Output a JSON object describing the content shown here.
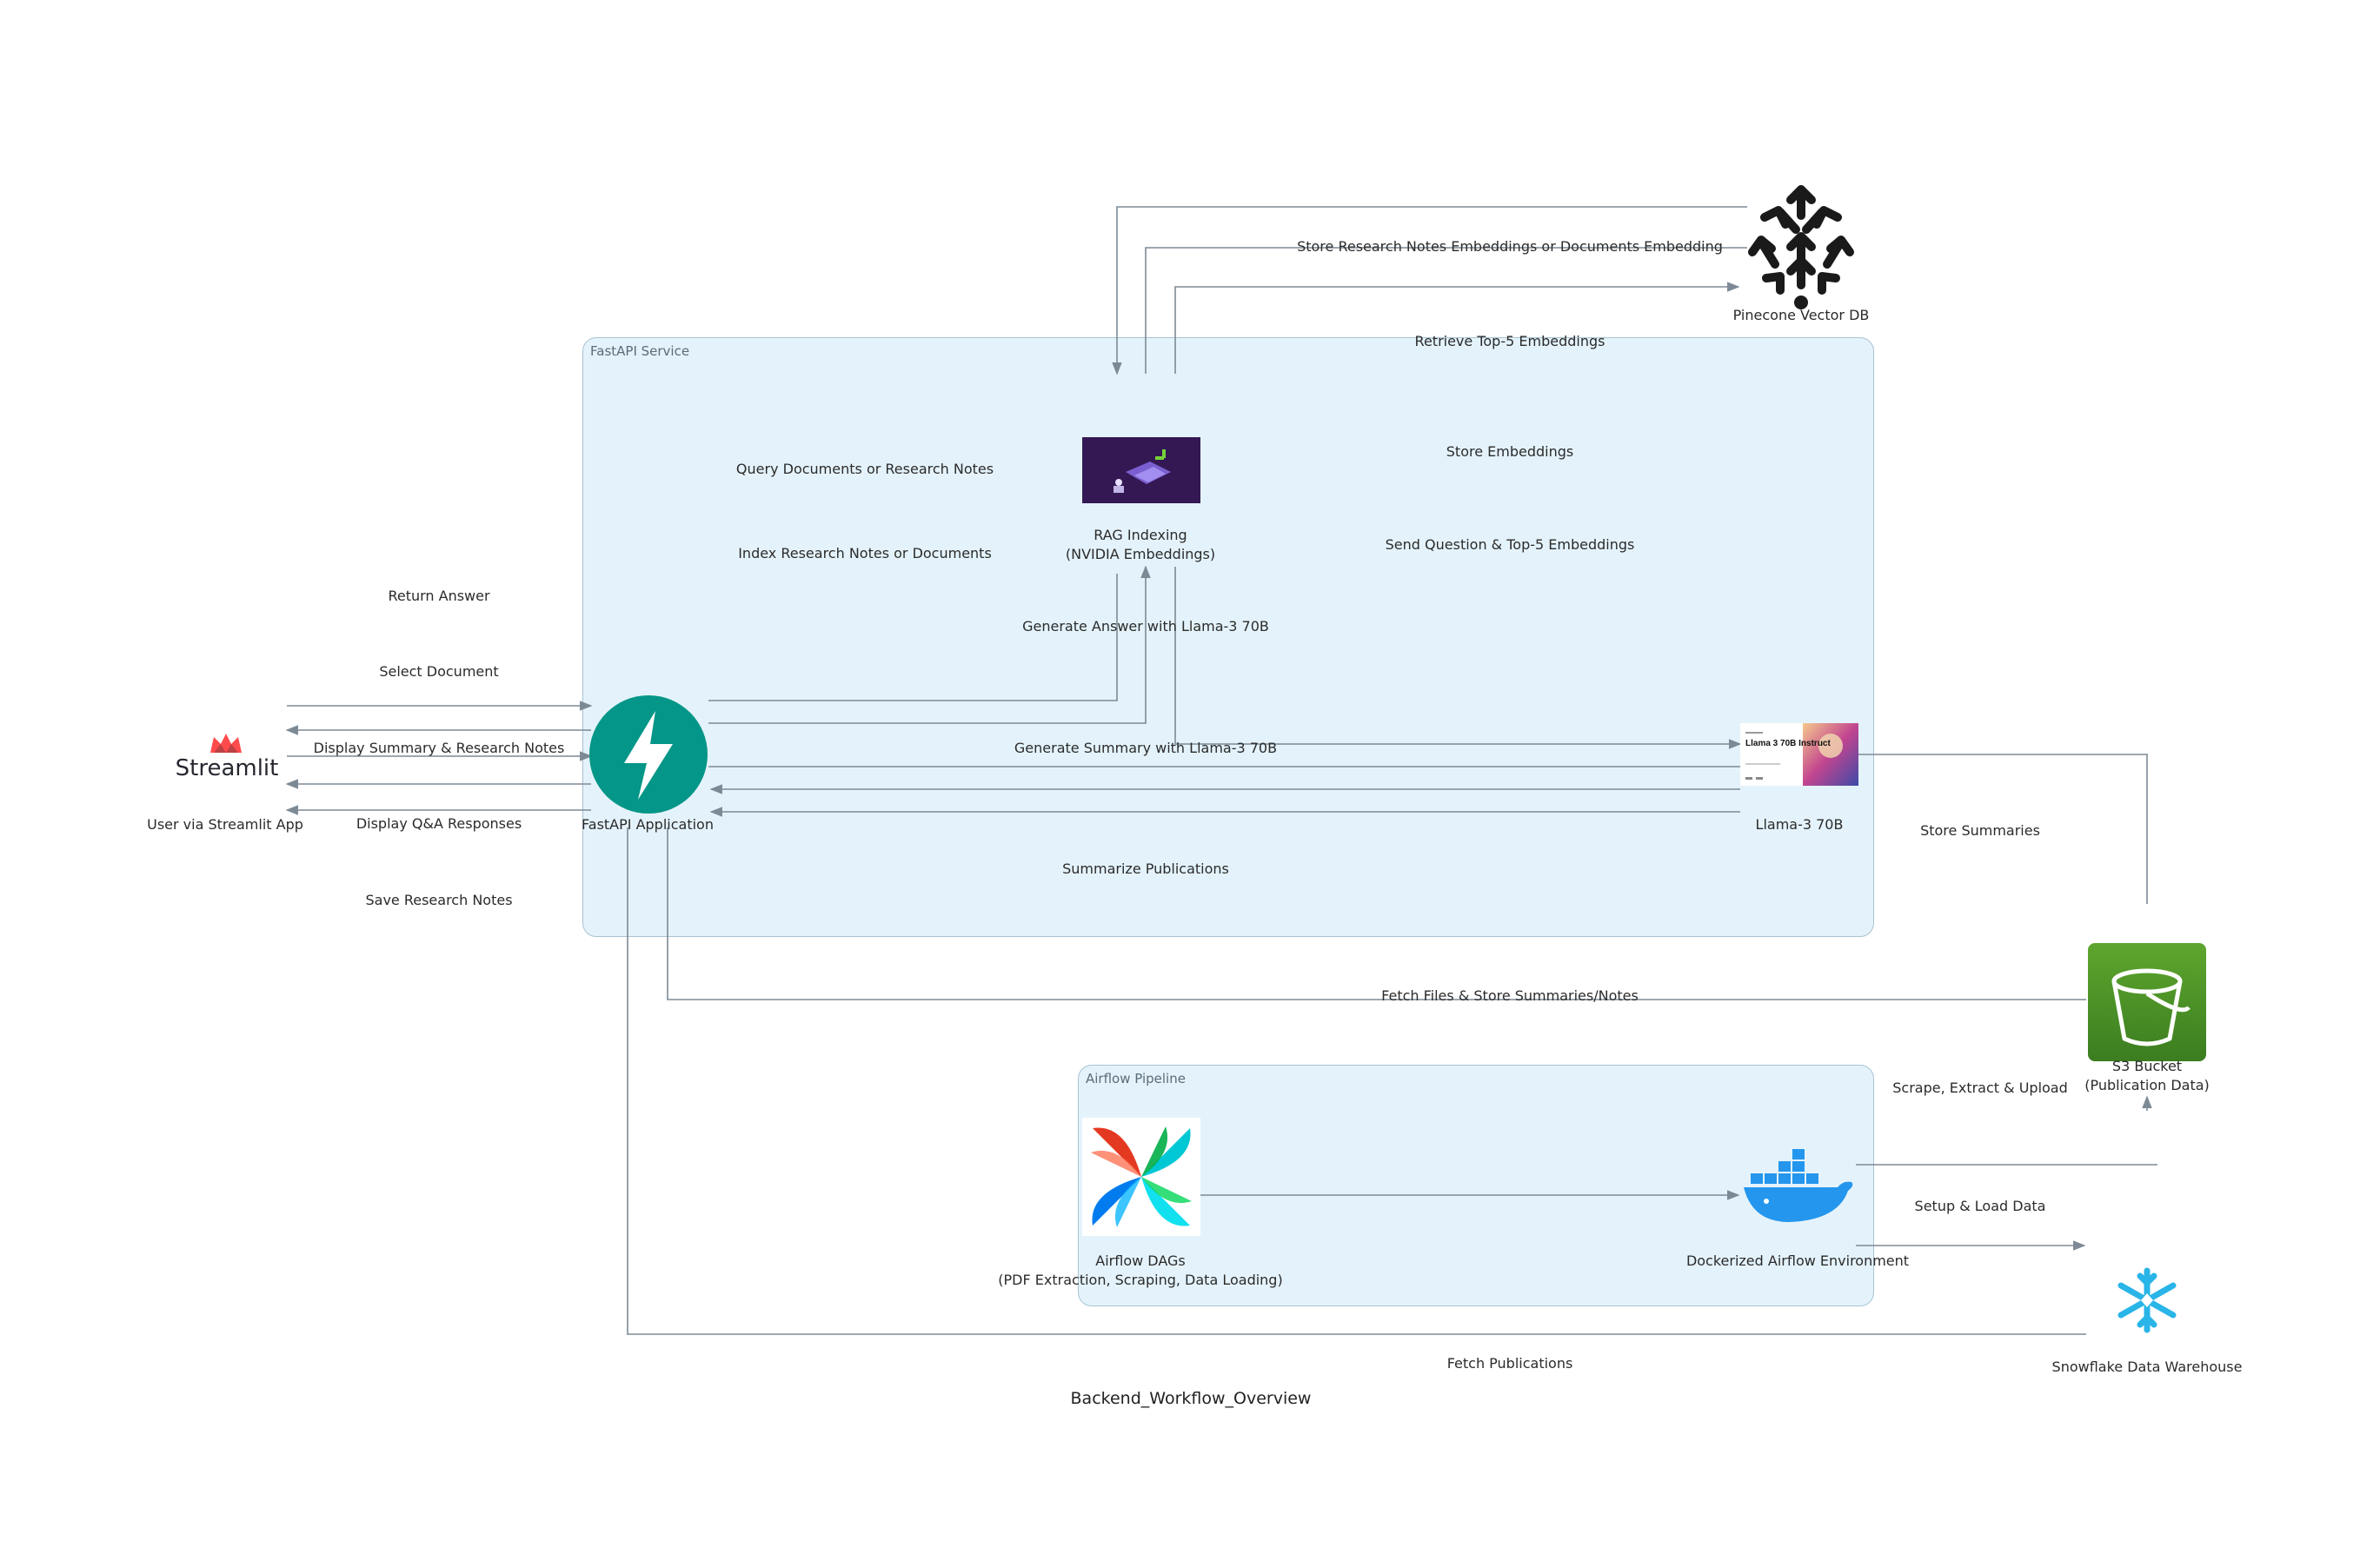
{
  "title": "Backend_Workflow_Overview",
  "clusters": {
    "fastapi": "FastAPI Service",
    "airflow": "Airflow Pipeline"
  },
  "nodes": {
    "streamlit": {
      "logo_text": "Streamlit",
      "label": "User via Streamlit App",
      "icon": "streamlit-crown-icon"
    },
    "fastapi": {
      "label": "FastAPI Application",
      "icon": "lightning-bolt-icon"
    },
    "rag": {
      "line1": "RAG Indexing",
      "line2": "(NVIDIA Embeddings)",
      "icon": "nvidia-embeddings-thumbnail"
    },
    "llama": {
      "label": "Llama-3 70B",
      "thumb_text": "Llama 3 70B Instruct",
      "icon": "llama-thumbnail"
    },
    "pinecone": {
      "label": "Pinecone Vector DB",
      "icon": "pinecone-arrows-icon"
    },
    "s3": {
      "line1": "S3 Bucket",
      "line2": "(Publication Data)",
      "icon": "s3-bucket-icon"
    },
    "airflow_dags": {
      "line1": "Airflow DAGs",
      "line2": "(PDF Extraction, Scraping, Data Loading)",
      "icon": "airflow-pinwheel-icon"
    },
    "docker": {
      "label": "Dockerized Airflow Environment",
      "icon": "docker-whale-icon"
    },
    "snowflake": {
      "label": "Snowflake Data Warehouse",
      "icon": "snowflake-icon"
    }
  },
  "edges": {
    "return_answer": "Return Answer",
    "select_document": "Select Document",
    "display_summary": "Display Summary & Research Notes",
    "display_qa": "Display Q&A Responses",
    "save_notes": "Save Research Notes",
    "query_docs": "Query Documents or Research Notes",
    "index_notes": "Index Research Notes or Documents",
    "store_research_embeddings": "Store Research Notes Embeddings or Documents Embedding",
    "retrieve_top5": "Retrieve Top-5 Embeddings",
    "store_embeddings": "Store Embeddings",
    "send_question": "Send Question & Top-5 Embeddings",
    "generate_answer": "Generate Answer with Llama-3 70B",
    "generate_summary": "Generate Summary with Llama-3 70B",
    "summarize_publications": "Summarize Publications",
    "store_summaries": "Store Summaries",
    "fetch_files": "Fetch Files & Store Summaries/Notes",
    "scrape_extract": "Scrape, Extract & Upload",
    "setup_load": "Setup & Load Data",
    "fetch_publications": "Fetch Publications"
  },
  "colors": {
    "cluster_fill": "#e4f3fb",
    "cluster_border": "#a9c2d3",
    "edge": "#7d8a96",
    "fastapi": "#049688",
    "streamlit": "#ff4b4b",
    "s3": "#3f8624",
    "snowflake": "#29b5e8",
    "docker": "#2496ed",
    "pinecone": "#1a1a1a"
  }
}
